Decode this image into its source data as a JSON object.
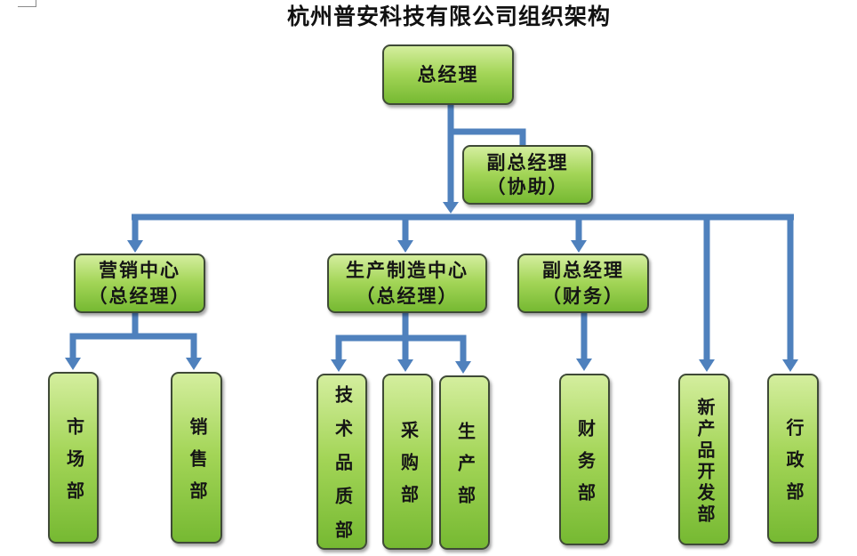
{
  "title": "杭州普安科技有限公司组织架构",
  "colors": {
    "connector": "#4f81bd",
    "box_top": "#d4ee9e",
    "box_mid": "#a3d557",
    "box_bottom": "#76b932",
    "box_border": "#3f4a37"
  },
  "nodes": {
    "general_manager": {
      "line1": "总经理"
    },
    "deputy_assist": {
      "line1": "副总经理",
      "line2": "（协助）"
    },
    "marketing_center": {
      "line1": "营销中心",
      "line2": "（总经理）"
    },
    "production_center": {
      "line1": "生产制造中心",
      "line2": "（总经理）"
    },
    "deputy_finance": {
      "line1": "副总经理",
      "line2": "（财务）"
    },
    "market_dept": {
      "label": "市场部"
    },
    "sales_dept": {
      "label": "销售部"
    },
    "tech_quality_dept": {
      "label": "技术品质部"
    },
    "purchasing_dept": {
      "label": "采购部"
    },
    "production_dept": {
      "label": "生产部"
    },
    "finance_dept": {
      "label": "财务部"
    },
    "new_product_dept": {
      "label": "新产品开发部"
    },
    "admin_dept": {
      "label": "行政部"
    }
  }
}
